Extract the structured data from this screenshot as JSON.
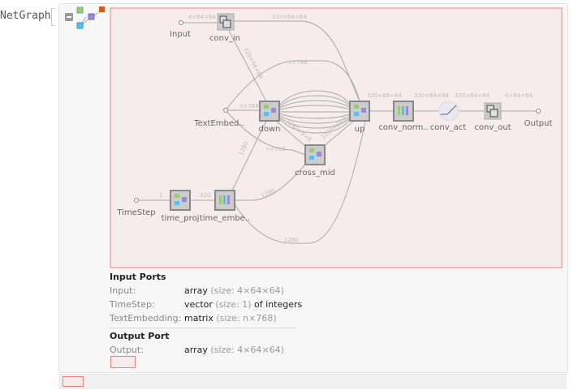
{
  "title": "NetGraph",
  "nodes": {
    "input": "Input",
    "conv_in": "conv_in",
    "text": "TextEmbed..",
    "down": "down",
    "up": "up",
    "cross_mid": "cross_mid",
    "conv_norm": "conv_norm..",
    "conv_act": "conv_act",
    "conv_out": "conv_out",
    "output": "Output",
    "timestep": "TimeStep",
    "time_proj": "time_proj",
    "time_embe": "time_embe.."
  },
  "edges": {
    "in_conv": "4×64×64",
    "conv_up": "320×64×64",
    "conv_down": "320×64×64",
    "text_up": "n×768",
    "text_down": "n×768",
    "text_cross": "n×768",
    "down_cross": "1280×8×8",
    "cross_up": "1280×8×8",
    "time_down": "1280",
    "time_cross": "1280",
    "time_up": "1280",
    "ts_proj": "1",
    "proj_embe": "320",
    "up_norm": "320×64×64",
    "norm_act": "320×64×64",
    "act_out": "320×64×64",
    "out_output": "4×64×64"
  },
  "input_ports": {
    "heading": "Input Ports",
    "rows": [
      {
        "name": "Input:",
        "type": "array",
        "detail": "(size: 4×64×64)",
        "suffix": ""
      },
      {
        "name": "TimeStep:",
        "type": "vector",
        "detail": "(size: 1)",
        "suffix": "of integers"
      },
      {
        "name": "TextEmbedding:",
        "type": "matrix",
        "detail": "(size: n×768)",
        "suffix": ""
      }
    ]
  },
  "output_port": {
    "heading": "Output Port",
    "rows": [
      {
        "name": "Output:",
        "type": "array",
        "detail": "(size: 4×64×64)"
      }
    ]
  }
}
